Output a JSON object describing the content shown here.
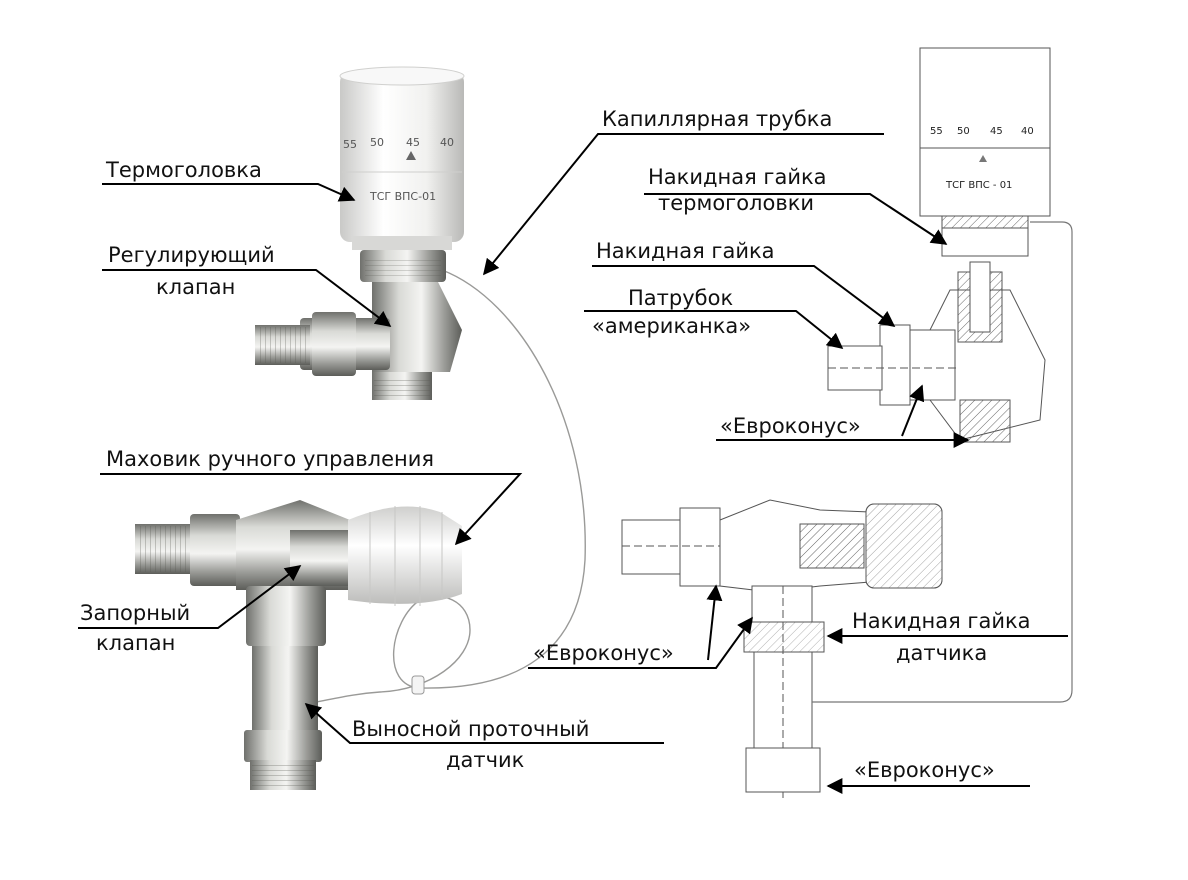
{
  "labels": {
    "thermohead": "Термоголовка",
    "reg_valve_1": "Регулирующий",
    "reg_valve_2": "клапан",
    "capillary": "Капиллярная трубка",
    "cap_nut_1": "Накидная гайка",
    "cap_nut_2": "термоголовки",
    "union_nut": "Накидная гайка",
    "nipple_1": "Патрубок",
    "nipple_2": "«американка»",
    "euroconus_1": "«Евроконус»",
    "handwheel": "Маховик ручного управления",
    "shutoff_1": "Запорный",
    "shutoff_2": "клапан",
    "euroconus_2": "«Евроконус»",
    "sensor_nut_1": "Накидная гайка",
    "sensor_nut_2": "датчика",
    "sensor_1": "Выносной  проточный",
    "sensor_2": "датчик",
    "euroconus_3": "«Евроконус»"
  },
  "thermohead_photo": {
    "dial": [
      "55",
      "50",
      "45",
      "40"
    ],
    "model": "ТСГ ВПС-01"
  },
  "thermohead_drawing": {
    "dial": [
      "55",
      "50",
      "45",
      "40"
    ],
    "model": "ТСГ ВПС - 01"
  },
  "colors": {
    "text": "#111111",
    "leader": "#000000",
    "metal": "#a9aaa6",
    "plastic": "#f2f2f0",
    "drawing": "#555555"
  }
}
